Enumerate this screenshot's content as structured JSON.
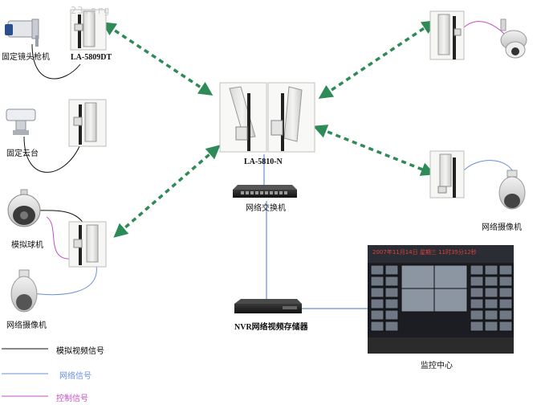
{
  "watermark": "23.org",
  "devices": {
    "fixed_camera": "固定镜头枪机",
    "bridge_1": "LA-5809DT",
    "fixed_ptz": "固定云台",
    "analog_dome": "模拟球机",
    "network_camera_left": "网络摄像机",
    "center_bridge": "LA-5810-N",
    "switch": "网络交换机",
    "network_camera_right": "网络摄像机",
    "nvr": "NVR网络视频存储器",
    "monitor_center": "监控中心"
  },
  "video_wall_header": "2007年11月14日   星期三   11时35分12秒",
  "legend": [
    {
      "label": "模拟视频信号",
      "color": "#111111"
    },
    {
      "label": "网络信号",
      "color": "#6a8fd8"
    },
    {
      "label": "控制信号",
      "color": "#c050c0"
    }
  ],
  "colors": {
    "wireless_link": "#2e8b57",
    "network_line": "#6a8fd8",
    "analog_line": "#111111",
    "control_line": "#c050c0"
  }
}
